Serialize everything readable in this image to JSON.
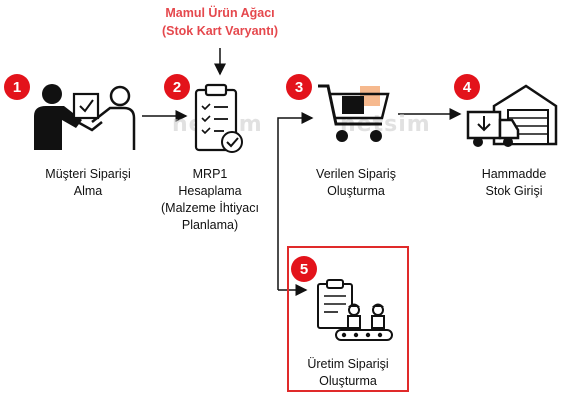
{
  "top_note": {
    "line1": "Mamul Ürün Ağacı",
    "line2": "(Stok Kart Varyantı)"
  },
  "watermark": "netsim",
  "steps": [
    {
      "number": "1",
      "lines": [
        "Müşteri Siparişi",
        "Alma"
      ],
      "icon": "customer-handshake-icon"
    },
    {
      "number": "2",
      "lines": [
        "MRP1",
        "Hesaplama",
        "(Malzeme İhtiyacı",
        "Planlama)"
      ],
      "icon": "clipboard-checklist-icon"
    },
    {
      "number": "3",
      "lines": [
        "Verilen Sipariş",
        "Oluşturma"
      ],
      "icon": "shopping-cart-icon"
    },
    {
      "number": "4",
      "lines": [
        "Hammadde",
        "Stok Girişi"
      ],
      "icon": "warehouse-truck-icon"
    },
    {
      "number": "5",
      "lines": [
        "Üretim Siparişi",
        "Oluşturma"
      ],
      "icon": "production-workers-icon"
    }
  ],
  "colors": {
    "badge": "#e3131b",
    "note": "#e5484d",
    "frame": "#e02a2a"
  }
}
